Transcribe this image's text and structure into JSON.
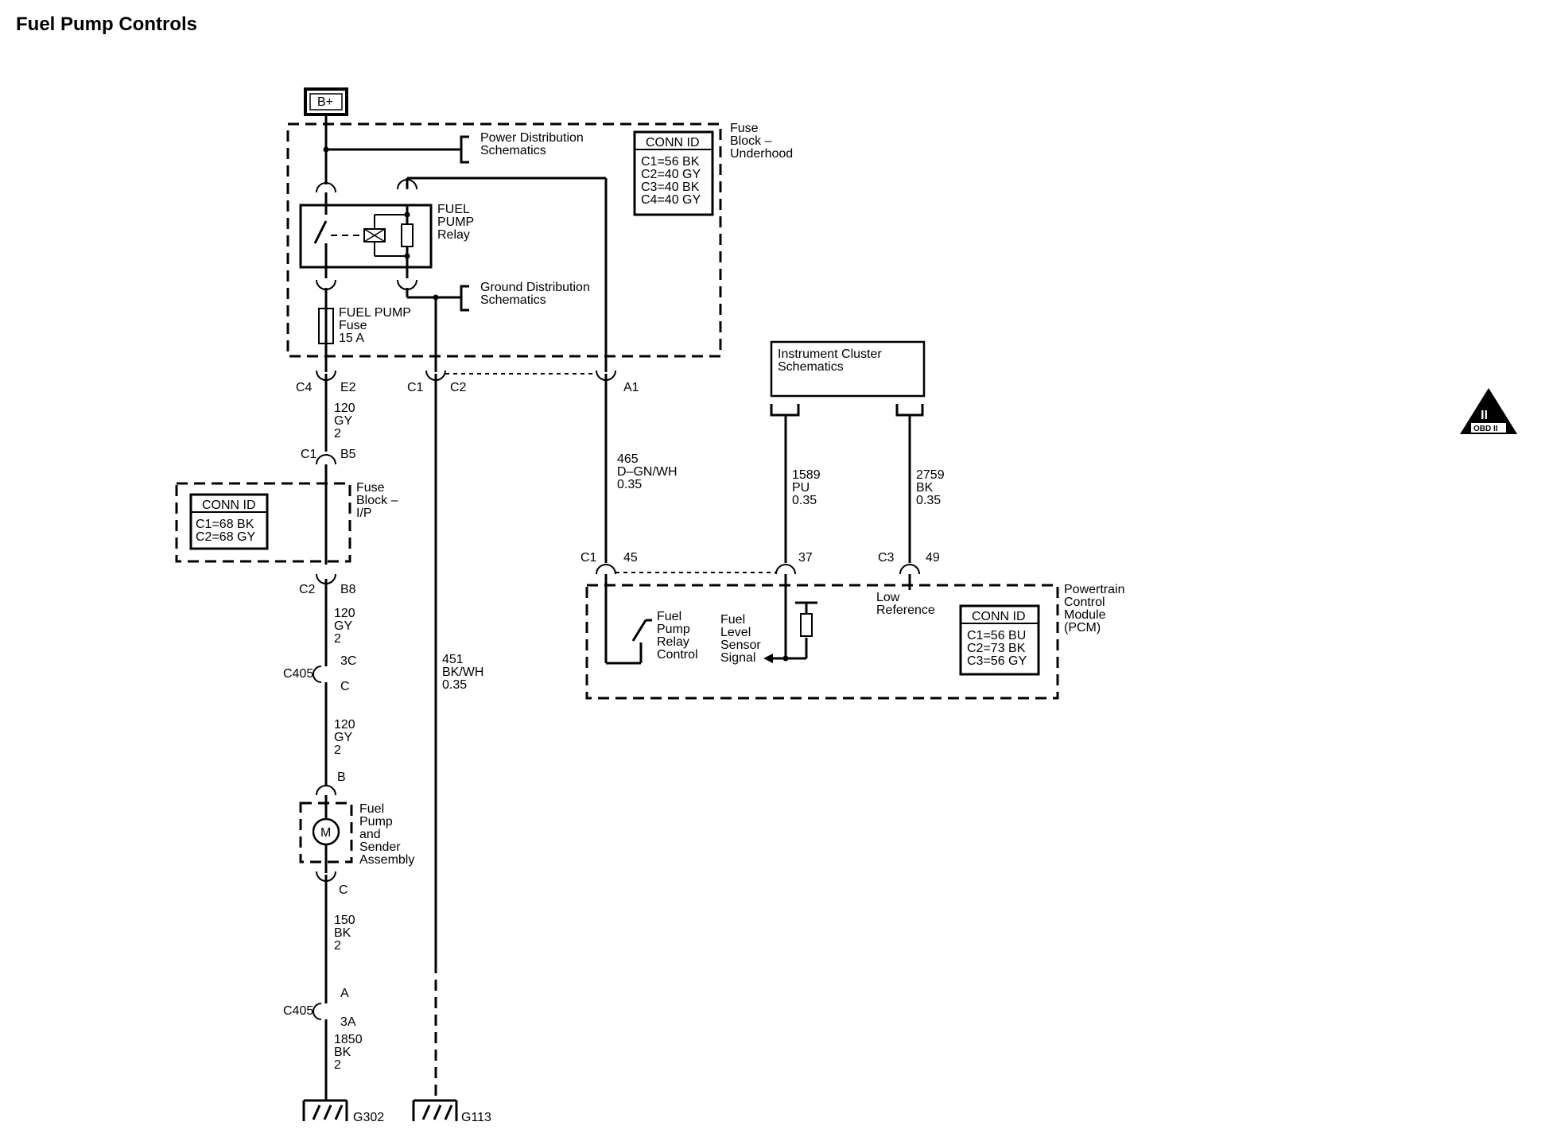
{
  "title": "Fuel Pump Controls",
  "battery": "B+",
  "fuse_block_underhood": {
    "label": [
      "Fuse",
      "Block –",
      "Underhood"
    ],
    "conn_id_title": "CONN ID",
    "conn_id": [
      "C1=56 BK",
      "C2=40 GY",
      "C3=40 BK",
      "C4=40 GY"
    ]
  },
  "power_distribution": [
    "Power Distribution",
    "Schematics"
  ],
  "ground_distribution": [
    "Ground Distribution",
    "Schematics"
  ],
  "relay_label": [
    "FUEL",
    "PUMP",
    "Relay"
  ],
  "fuse_label": [
    "FUEL PUMP",
    "Fuse",
    "15 A"
  ],
  "pins": {
    "c4": "C4",
    "e2": "E2",
    "c1_top": "C1",
    "c2_top": "C2",
    "a1": "A1",
    "c1_fb": "C1",
    "b5": "B5",
    "c2_fb": "C2",
    "b8": "B8",
    "c405_1": "C405",
    "pin_3c": "3C",
    "pin_c1": "C",
    "pin_b": "B",
    "pin_c2": "C",
    "pin_a": "A",
    "c405_2": "C405",
    "pin_3a": "3A",
    "c1_pcm": "C1",
    "p45": "45",
    "p37": "37",
    "c3_pcm": "C3",
    "p49": "49"
  },
  "wires": {
    "w120_1": [
      "120",
      "GY",
      "2"
    ],
    "w120_2": [
      "120",
      "GY",
      "2"
    ],
    "w120_3": [
      "120",
      "GY",
      "2"
    ],
    "w150": [
      "150",
      "BK",
      "2"
    ],
    "w1850": [
      "1850",
      "BK",
      "2"
    ],
    "w451": [
      "451",
      "BK/WH",
      "0.35"
    ],
    "w465": [
      "465",
      "D–GN/WH",
      "0.35"
    ],
    "w1589": [
      "1589",
      "PU",
      "0.35"
    ],
    "w2759": [
      "2759",
      "BK",
      "0.35"
    ]
  },
  "fuse_block_ip": {
    "label": [
      "Fuse",
      "Block –",
      "I/P"
    ],
    "conn_id_title": "CONN ID",
    "conn_id": [
      "C1=68 BK",
      "C2=68 GY"
    ]
  },
  "pump_label": [
    "Fuel",
    "Pump",
    "and",
    "Sender",
    "Assembly"
  ],
  "motor": "M",
  "grounds": [
    "G302",
    "G113"
  ],
  "instrument_cluster": [
    "Instrument Cluster",
    "Schematics"
  ],
  "pcm": {
    "label": [
      "Powertrain",
      "Control",
      "Module",
      "(PCM)"
    ],
    "conn_id_title": "CONN ID",
    "conn_id": [
      "C1=56 BU",
      "C2=73 BK",
      "C3=56 GY"
    ],
    "relay_control": [
      "Fuel",
      "Pump",
      "Relay",
      "Control"
    ],
    "level_sensor": [
      "Fuel",
      "Level",
      "Sensor",
      "Signal"
    ],
    "low_reference": [
      "Low",
      "Reference"
    ]
  },
  "obd_badge": [
    "II",
    "OBD II"
  ]
}
